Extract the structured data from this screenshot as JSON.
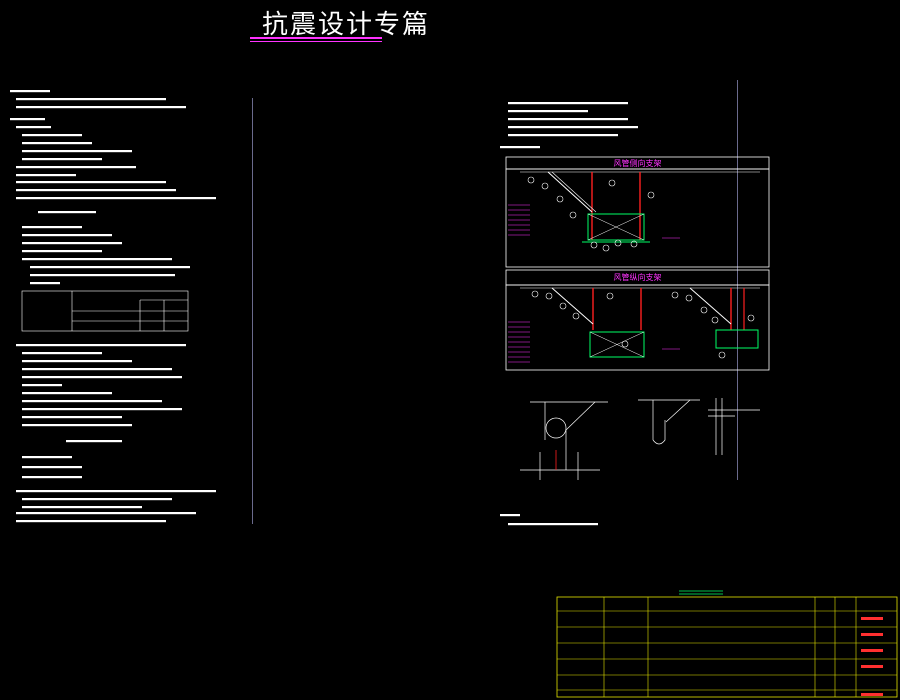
{
  "sheet": {
    "title": "抗震设计专篇"
  },
  "detail_1": {
    "title": "风管侧向支架"
  },
  "detail_2": {
    "title": "风管纵向支架"
  },
  "colors": {
    "background": "#000000",
    "frame": "#ffffff",
    "accent_magenta": "#ff33ff",
    "pipe_green": "#00ff66",
    "steel_red": "#ff2020",
    "table_border": "#e6e600",
    "cell_red": "#ff3030"
  }
}
